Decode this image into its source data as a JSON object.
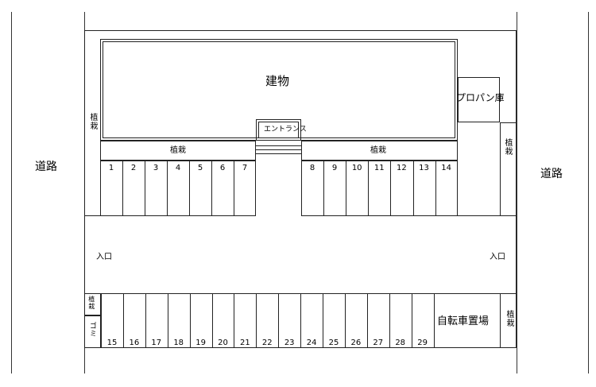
{
  "road_left": "道路",
  "road_right": "道路",
  "building": "建物",
  "entrance": "エントランス",
  "propane": "プロパン庫",
  "planting_left_top": "植栽",
  "planting_right_top": "植栽",
  "planting_bar_left": "植栽",
  "planting_bar_right": "植栽",
  "planting_bottom_left": "植栽",
  "planting_bottom_right": "植栽",
  "garbage": "ゴミ",
  "entry_left": "入口",
  "entry_right": "入口",
  "bicycle": "自転車置場",
  "stalls_top_left": [
    "1",
    "2",
    "3",
    "4",
    "5",
    "6",
    "7"
  ],
  "stalls_top_right": [
    "8",
    "9",
    "10",
    "11",
    "12",
    "13",
    "14"
  ],
  "stalls_bottom": [
    "15",
    "16",
    "17",
    "18",
    "19",
    "20",
    "21",
    "22",
    "23",
    "24",
    "25",
    "26",
    "27",
    "28",
    "29"
  ]
}
